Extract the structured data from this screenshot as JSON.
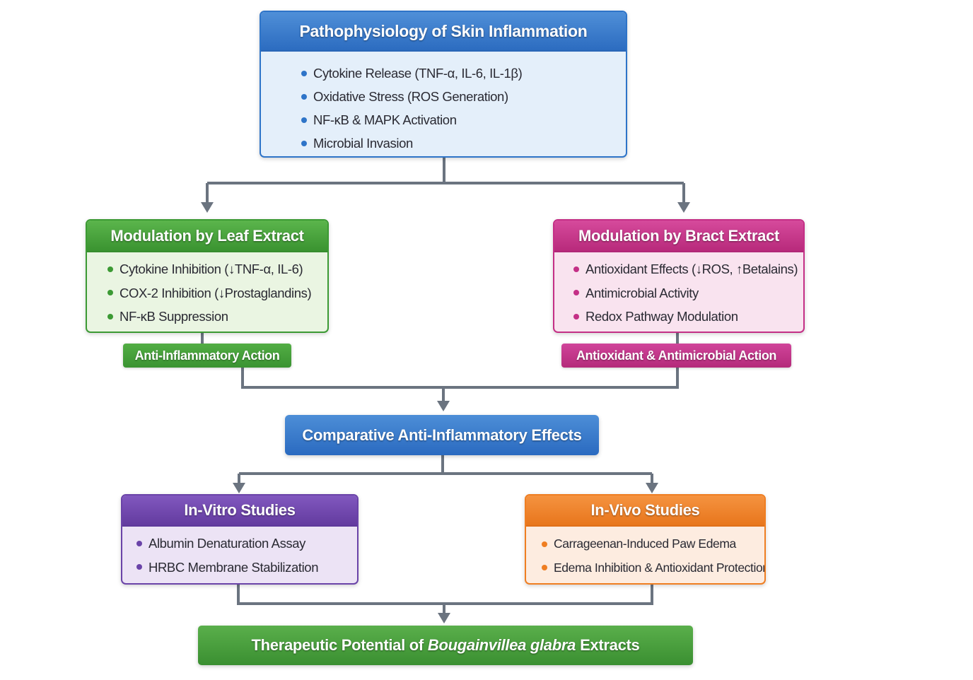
{
  "colors": {
    "connector": "#6b7480",
    "blue": "#2e74c8",
    "green": "#3c9a34",
    "magenta": "#c42f86",
    "purple": "#6a43a8",
    "orange": "#ef7e22"
  },
  "pathophysiology": {
    "title": "Pathophysiology of Skin Inflammation",
    "items": [
      "Cytokine Release (TNF-α, IL-6, IL-1β)",
      "Oxidative Stress (ROS Generation)",
      "NF-κB & MAPK Activation",
      "Microbial Invasion"
    ]
  },
  "leaf_extract": {
    "title": "Modulation by Leaf Extract",
    "items": [
      "Cytokine Inhibition (↓TNF-α, IL-6)",
      "COX-2 Inhibition (↓Prostaglandins)",
      "NF-κB Suppression"
    ],
    "action": "Anti-Inflammatory Action"
  },
  "bract_extract": {
    "title": "Modulation by Bract Extract",
    "items": [
      "Antioxidant Effects (↓ROS, ↑Betalains)",
      "Antimicrobial Activity",
      "Redox Pathway Modulation"
    ],
    "action": "Antioxidant & Antimicrobial Action"
  },
  "comparative": {
    "title": "Comparative Anti-Inflammatory Effects"
  },
  "in_vitro": {
    "title": "In-Vitro Studies",
    "items": [
      "Albumin Denaturation Assay",
      "HRBC Membrane Stabilization"
    ]
  },
  "in_vivo": {
    "title": "In-Vivo Studies",
    "items": [
      "Carrageenan-Induced Paw Edema",
      "Edema Inhibition & Antioxidant Protection"
    ]
  },
  "conclusion": {
    "prefix": "Therapeutic Potential of",
    "species": "Bougainvillea glabra",
    "suffix": "Extracts"
  }
}
